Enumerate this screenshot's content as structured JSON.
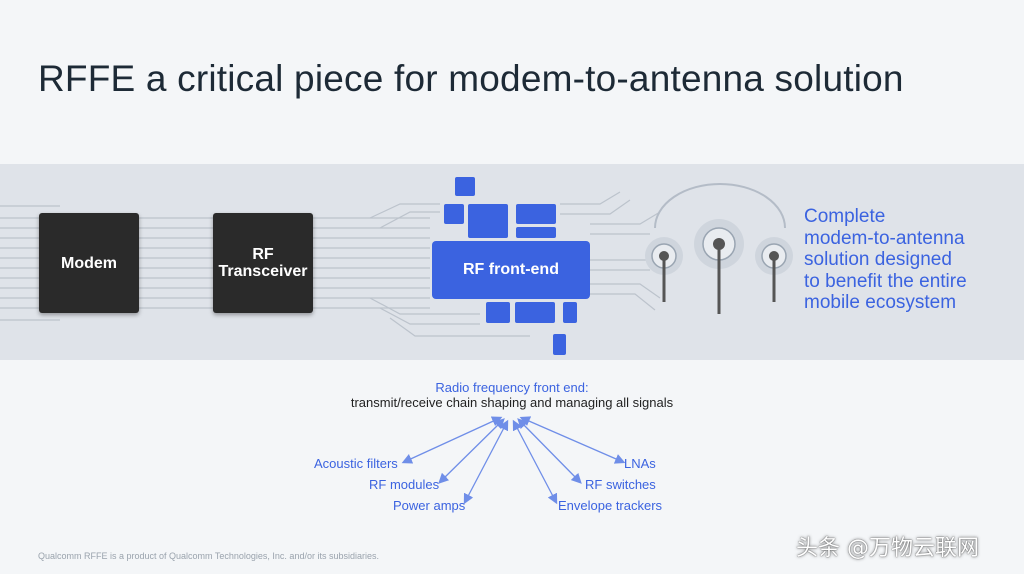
{
  "title": "RFFE a critical piece for modem-to-antenna solution",
  "chips": {
    "modem": "Modem",
    "rf_transceiver": "RF\nTransceiver",
    "rf_front_end": "RF front-end"
  },
  "complete_text": "Complete\nmodem-to-antenna\nsolution designed\nto benefit the entire\nmobile ecosystem",
  "rffe_definition": {
    "title": "Radio frequency front end:",
    "subtitle": "transmit/receive chain shaping and managing all signals"
  },
  "components": {
    "acoustic_filters": "Acoustic filters",
    "rf_modules": "RF modules",
    "power_amps": "Power amps",
    "lnas": "LNAs",
    "rf_switches": "RF switches",
    "envelope_trackers": "Envelope trackers"
  },
  "footnote": "Qualcomm RFFE is a product of Qualcomm Technologies, Inc. and/or its subsidiaries.",
  "watermark": "头条 @万物云联网",
  "colors": {
    "accent": "#3b63e0",
    "chip": "#2a2a2a",
    "band": "#dfe3e9",
    "title": "#1d2a36"
  }
}
